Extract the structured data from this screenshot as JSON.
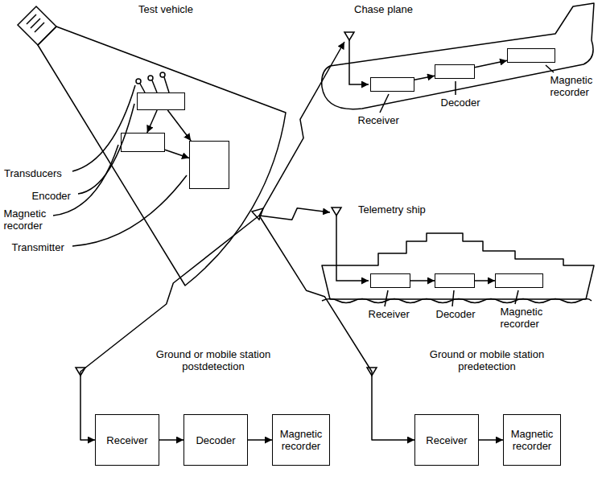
{
  "diagram": {
    "nodes": [
      {
        "text": [
          "Test vehicle"
        ]
      },
      {
        "text": [
          "Encoder"
        ],
        "in": 0
      },
      {
        "text": [
          "Magnetic recorder"
        ],
        "in": 0
      },
      {
        "text": [
          "Transmitter"
        ],
        "in": 0
      },
      {
        "text": [
          "Chase plane"
        ]
      },
      {
        "text": [
          "Receiver"
        ],
        "in": 4
      },
      {
        "text": [
          "Decoder"
        ],
        "in": 4
      },
      {
        "text": [
          "Magnetic recorder"
        ],
        "in": 4
      },
      {
        "text": [
          "Telemetry ship"
        ]
      },
      {
        "text": [
          "Receiver"
        ],
        "in": 8
      },
      {
        "text": [
          "Decoder"
        ],
        "in": 8
      },
      {
        "text": [
          "Magnetic recorder"
        ],
        "in": 8
      },
      {
        "text": [
          "Receiver"
        ]
      },
      {
        "text": [
          "Decoder"
        ]
      },
      {
        "text": [
          "Magnetic recorder"
        ]
      },
      {
        "text": [
          "Receiver"
        ]
      },
      {
        "text": [
          "Magnetic recorder"
        ]
      }
    ],
    "edges": [
      {
        "from": 1,
        "to": 2,
        "arrow": "to"
      },
      {
        "from": 1,
        "to": 3,
        "arrow": "to"
      },
      {
        "from": 2,
        "to": 3,
        "arrow": "to"
      },
      {
        "from": 0,
        "to": 4,
        "arrow": "to"
      },
      {
        "from": 0,
        "to": 8,
        "arrow": "to"
      },
      {
        "from": 0,
        "to": 12,
        "arrow": "to"
      },
      {
        "from": 0,
        "to": 15,
        "arrow": "to"
      },
      {
        "from": 5,
        "to": 6,
        "arrow": "to"
      },
      {
        "from": 6,
        "to": 7,
        "arrow": "to"
      },
      {
        "from": 9,
        "to": 10,
        "arrow": "to"
      },
      {
        "from": 10,
        "to": 11,
        "arrow": "to"
      },
      {
        "from": 12,
        "to": 13,
        "arrow": "to"
      },
      {
        "from": 13,
        "to": 14,
        "arrow": "to"
      },
      {
        "from": 15,
        "to": 16,
        "arrow": "to"
      }
    ],
    "labels": [
      "Transducers",
      "Ground or mobile station postdetection",
      "Ground or mobile station predetection"
    ]
  }
}
